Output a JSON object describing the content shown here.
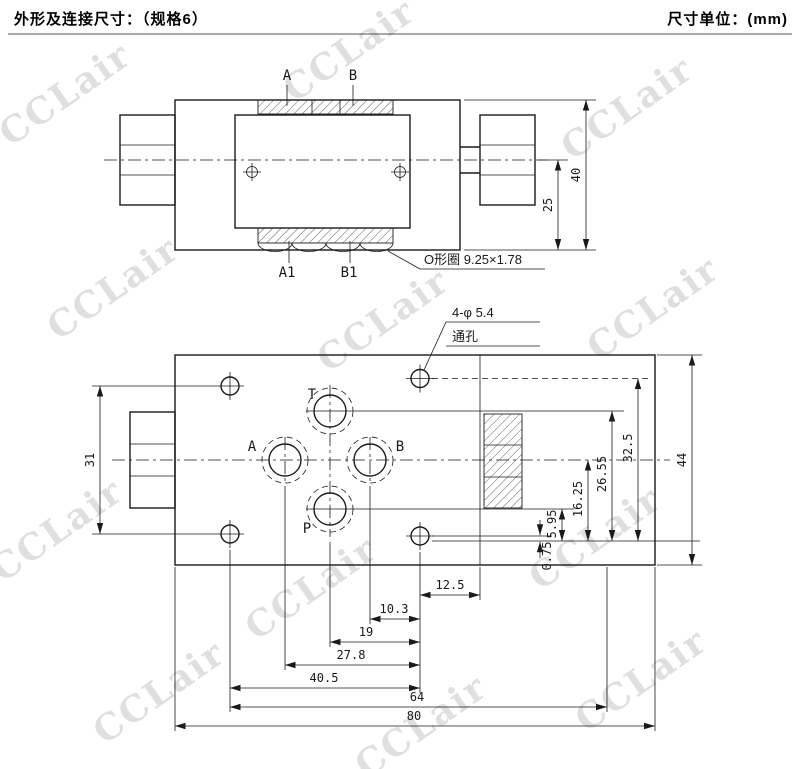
{
  "header": {
    "title_left": "外形及连接尺寸：（规格6）",
    "title_right": "尺寸单位：(mm)"
  },
  "watermark": {
    "text": "CCLair"
  },
  "colors": {
    "line": "#1a1a1a",
    "watermark": "#c6c6c6",
    "background": "#ffffff"
  },
  "top_view": {
    "label_a": "A",
    "label_b": "B",
    "label_a1": "A1",
    "label_b1": "B1",
    "oring_note": "O形圈 9.25×1.78",
    "dim_height_inner": "25",
    "dim_height_overall": "40"
  },
  "bottom_view": {
    "label_t": "T",
    "label_a": "A",
    "label_b": "B",
    "label_p": "P",
    "hole_note_line1": "4-φ 5.4",
    "hole_note_line2": "通孔",
    "dim_left_holes": "31",
    "dim_0_75": "0.75",
    "dim_5_95": "5.95",
    "dim_16_25": "16.25",
    "dim_26_55": "26.55",
    "dim_32_5": "32.5",
    "dim_44": "44",
    "dim_12_5": "12.5",
    "dim_10_3": "10.3",
    "dim_19": "19",
    "dim_27_8": "27.8",
    "dim_40_5": "40.5",
    "dim_64": "64",
    "dim_80": "80"
  }
}
